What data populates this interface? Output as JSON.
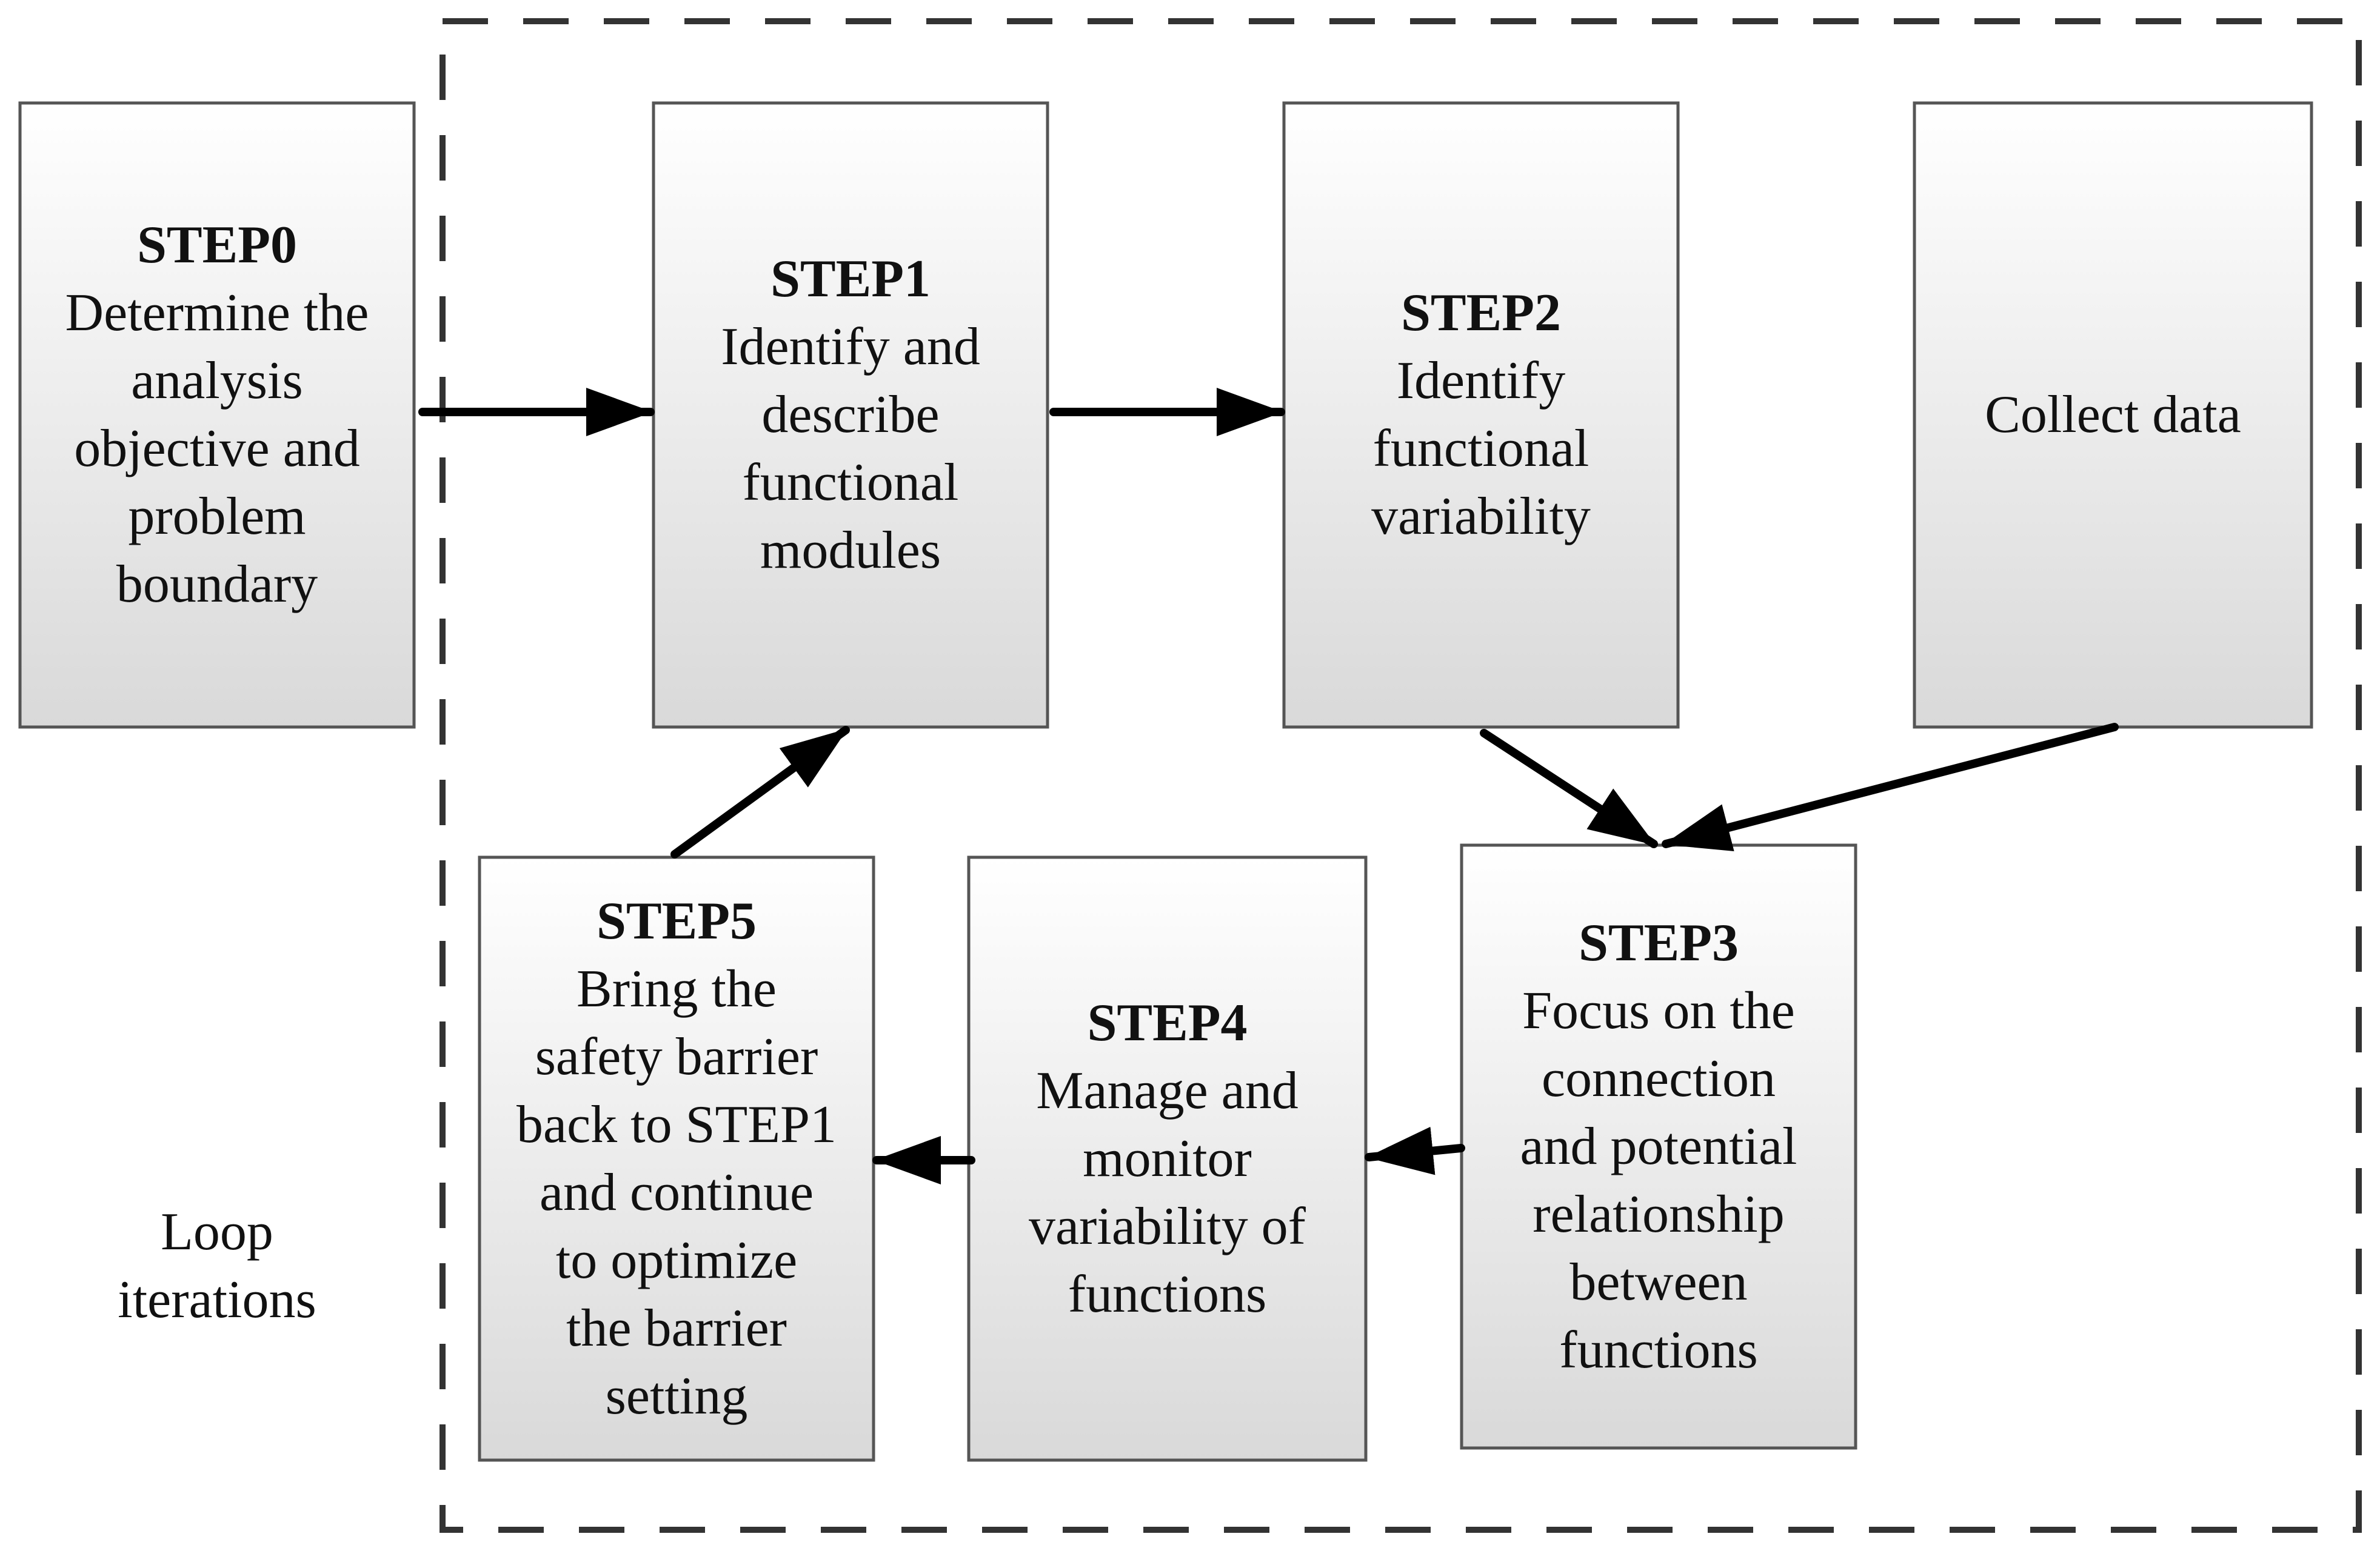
{
  "boxes": {
    "step0": {
      "title": "STEP0",
      "lines": [
        "Determine the",
        "analysis",
        "objective and",
        "problem",
        "boundary"
      ]
    },
    "step1": {
      "title": "STEP1",
      "lines": [
        "Identify and",
        "describe",
        "functional",
        "modules"
      ]
    },
    "step2": {
      "title": "STEP2",
      "lines": [
        "Identify",
        "functional",
        "variability"
      ]
    },
    "collect": {
      "lines": [
        "Collect data"
      ]
    },
    "step3": {
      "title": "STEP3",
      "lines": [
        "Focus on the",
        "connection",
        "and potential",
        "relationship",
        "between",
        "functions"
      ]
    },
    "step4": {
      "title": "STEP4",
      "lines": [
        "Manage and",
        "monitor",
        "variability of",
        "functions"
      ]
    },
    "step5": {
      "title": "STEP5",
      "lines": [
        "Bring the",
        "safety barrier",
        "back to STEP1",
        "and continue",
        "to optimize",
        "the barrier",
        "setting"
      ]
    }
  },
  "loop_label": {
    "lines": [
      "Loop",
      "iterations"
    ]
  },
  "colors": {
    "box_fill_top": "#ffffff",
    "box_fill_bottom": "#d9d9d9",
    "box_border": "#555555",
    "arrow": "#000000",
    "frame": "#333333"
  }
}
